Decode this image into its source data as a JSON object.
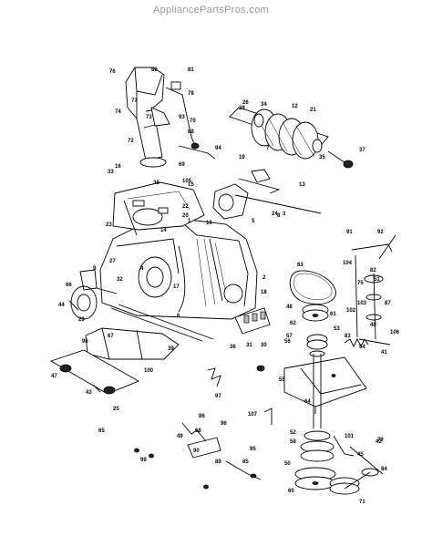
{
  "watermark": "AppliancePartsPros.com",
  "callouts": [
    "1",
    "2",
    "3",
    "4",
    "5",
    "6",
    "7",
    "8",
    "9",
    "10",
    "12",
    "13",
    "14",
    "15",
    "16",
    "17",
    "18",
    "19",
    "20",
    "21",
    "22",
    "23",
    "24",
    "25",
    "26",
    "27",
    "28",
    "29",
    "30",
    "31",
    "32",
    "33",
    "34",
    "35",
    "36",
    "37",
    "38",
    "39",
    "40",
    "41",
    "42",
    "43",
    "44",
    "45",
    "47",
    "48",
    "49",
    "50",
    "51",
    "52",
    "53",
    "54",
    "55",
    "56",
    "57",
    "58",
    "60",
    "61",
    "62",
    "63",
    "64",
    "65",
    "66",
    "67",
    "68",
    "69",
    "70",
    "71",
    "72",
    "73",
    "74",
    "75",
    "76",
    "77",
    "78",
    "79",
    "80",
    "81",
    "82",
    "83",
    "84",
    "85",
    "86",
    "87",
    "88",
    "89",
    "90",
    "91",
    "92",
    "93",
    "94",
    "95",
    "96",
    "97",
    "98",
    "99",
    "100",
    "101",
    "102",
    "103",
    "104",
    "105",
    "106",
    "107"
  ]
}
